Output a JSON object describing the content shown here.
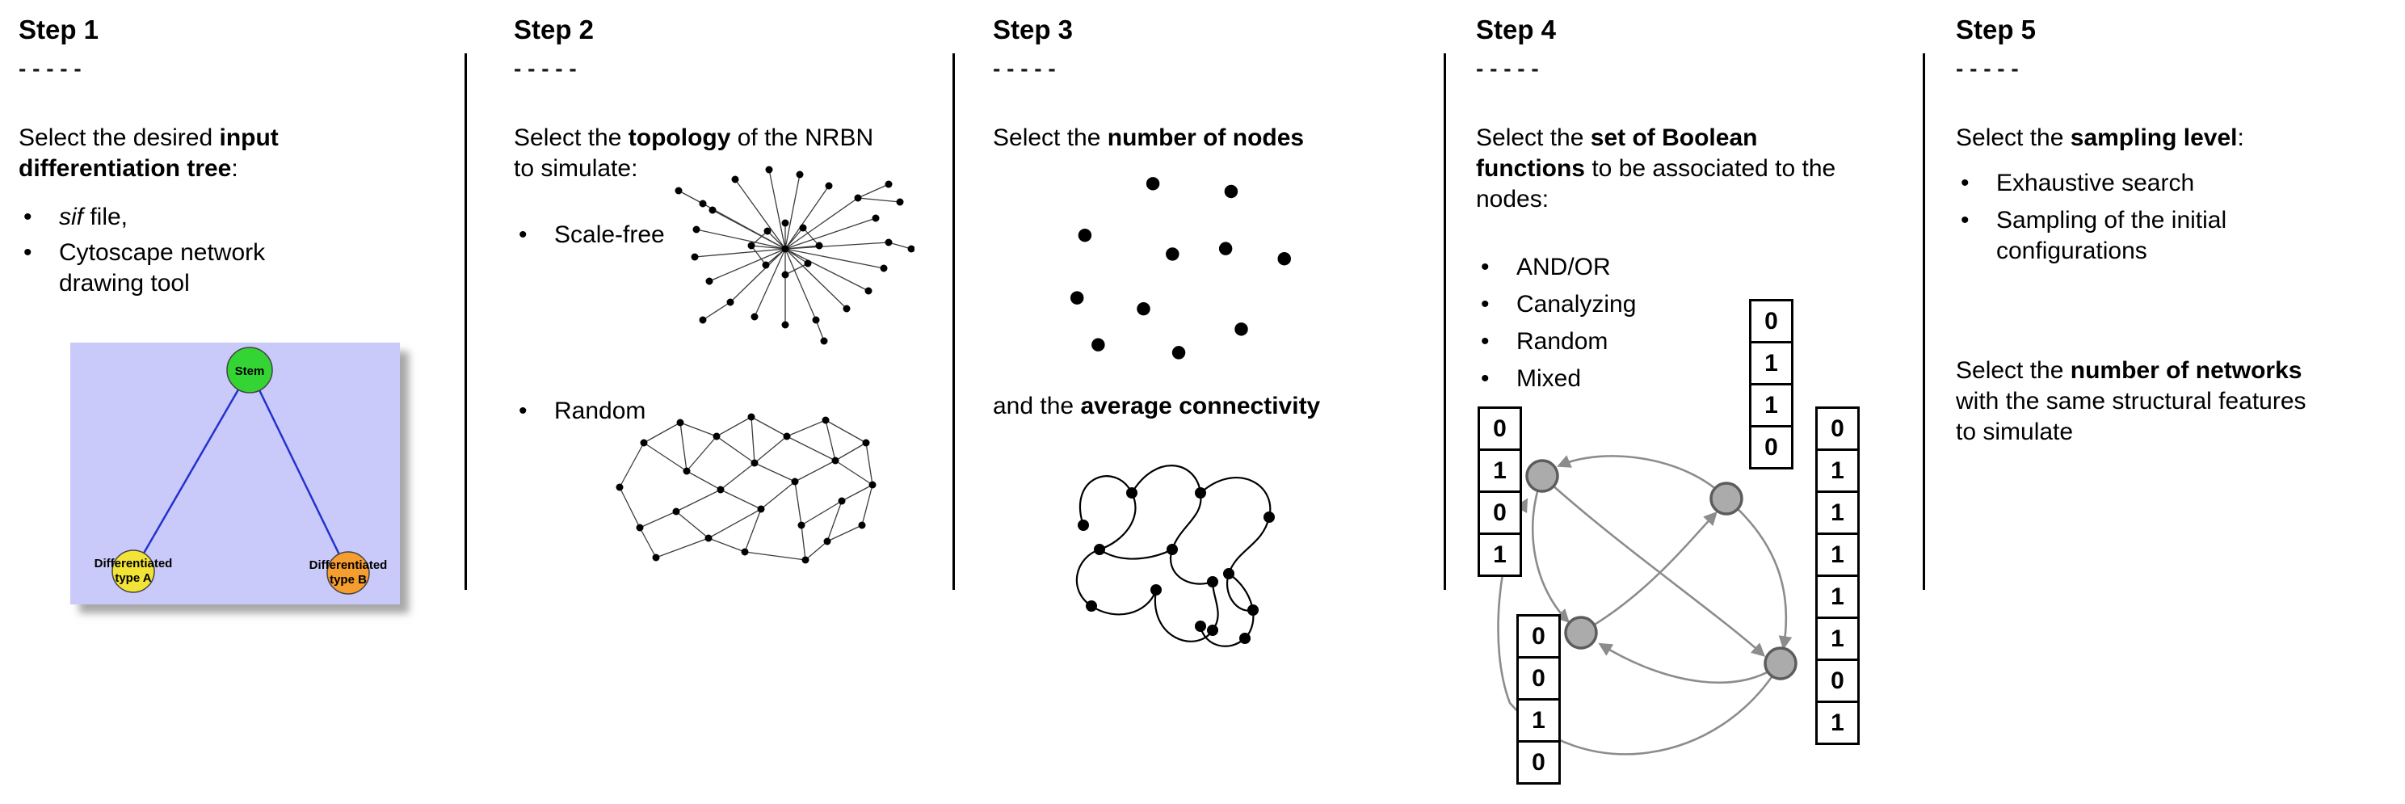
{
  "steps": [
    {
      "title": "Step 1",
      "dashes": "- - - - -",
      "intro": {
        "pre": "Select the desired ",
        "bold": "input differentiation tree",
        "post": ":"
      },
      "bullets": [
        {
          "italic": "sif",
          "text": " file,"
        },
        {
          "italic": "",
          "text": "Cytoscape network drawing tool"
        }
      ],
      "tree": {
        "root_label": "Stem",
        "left_label_lines": [
          "Differentiated",
          "type A"
        ],
        "right_label_lines": [
          "Differentiated",
          "type B"
        ],
        "root_color": "#35d435",
        "left_color": "#f2e437",
        "right_color": "#f59d2e",
        "background": "#c9c9fa",
        "edge_color": "#2233cc"
      }
    },
    {
      "title": "Step 2",
      "dashes": "- - - - -",
      "intro": {
        "pre": "Select the ",
        "bold": "topology",
        "post": " of the NRBN to simulate:"
      },
      "bullets": [
        {
          "italic": "",
          "text": "Scale-free"
        },
        {
          "italic": "",
          "text": "Random"
        }
      ]
    },
    {
      "title": "Step 3",
      "dashes": "- - - - -",
      "line1": {
        "pre": "Select the ",
        "bold": "number of nodes",
        "post": ""
      },
      "line2": {
        "pre": "and the ",
        "bold": "average connectivity",
        "post": ""
      }
    },
    {
      "title": "Step 4",
      "dashes": "- - - - -",
      "intro": {
        "pre": "Select the ",
        "bold": "set of Boolean functions",
        "post": " to be associated to the nodes:"
      },
      "bullets": [
        {
          "italic": "",
          "text": "AND/OR"
        },
        {
          "italic": "",
          "text": "Canalyzing"
        },
        {
          "italic": "",
          "text": "Random"
        },
        {
          "italic": "",
          "text": "Mixed"
        }
      ],
      "tables": {
        "top": [
          "0",
          "1",
          "1",
          "0"
        ],
        "left": [
          "0",
          "1",
          "0",
          "1"
        ],
        "right": [
          "0",
          "1",
          "1",
          "1",
          "1",
          "1",
          "0",
          "1"
        ],
        "bottom": [
          "0",
          "0",
          "1",
          "0"
        ]
      },
      "node_color": "#ababab"
    },
    {
      "title": "Step 5",
      "dashes": "- - - - -",
      "intro1": {
        "pre": "Select the ",
        "bold": "sampling level",
        "post": ":"
      },
      "bullets": [
        {
          "italic": "",
          "text": "Exhaustive search"
        },
        {
          "italic": "",
          "text": "Sampling of the initial configurations"
        }
      ],
      "intro2": {
        "pre": "Select the ",
        "bold": "number of networks",
        "post": " with the same structural features to simulate"
      }
    }
  ]
}
